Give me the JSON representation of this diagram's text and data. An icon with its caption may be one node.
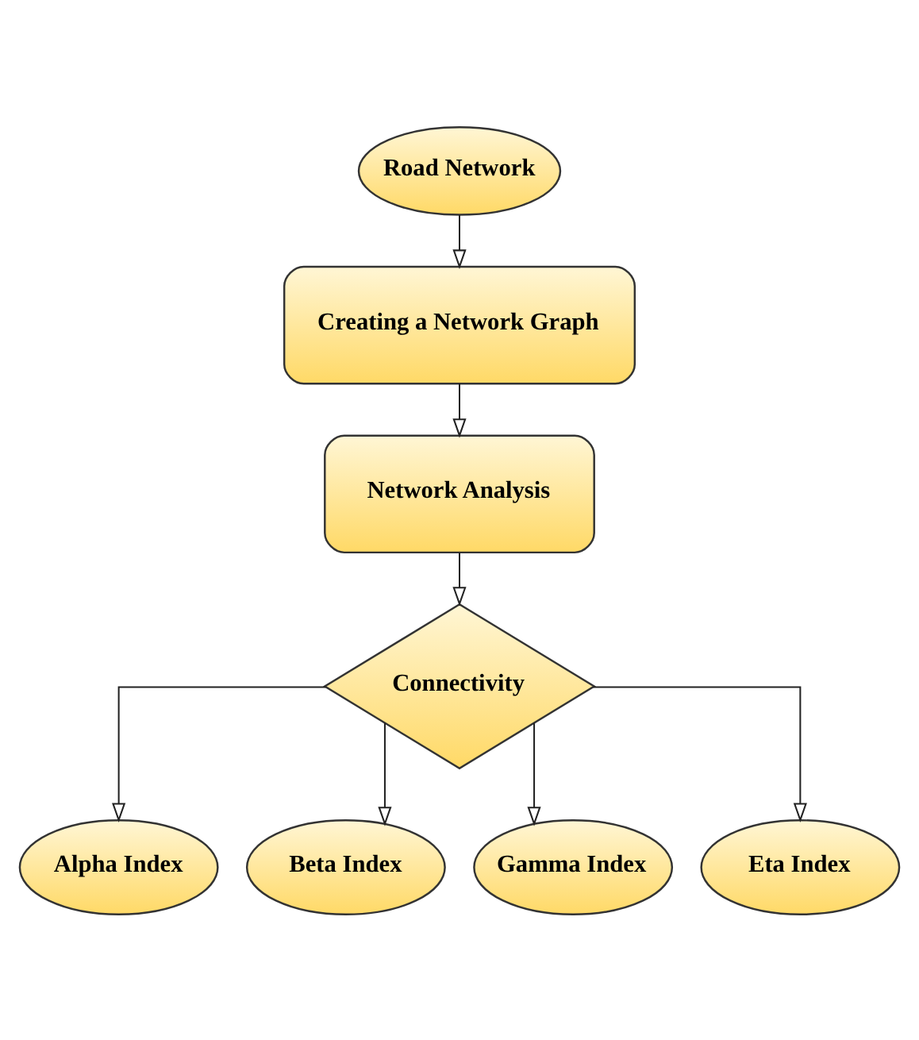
{
  "diagram": {
    "nodes": [
      {
        "text": [
          "Road Network"
        ]
      },
      {
        "text": [
          "Creating a Network Graph"
        ]
      },
      {
        "text": [
          "Network Analysis"
        ]
      },
      {
        "text": [
          "Connectivity"
        ]
      },
      {
        "text": [
          "Alpha Index"
        ]
      },
      {
        "text": [
          "Beta Index"
        ]
      },
      {
        "text": [
          "Gamma Index"
        ]
      },
      {
        "text": [
          "Eta Index"
        ]
      }
    ],
    "edges": [
      {
        "from": 0,
        "to": 1,
        "arrow": "to"
      },
      {
        "from": 1,
        "to": 2,
        "arrow": "to"
      },
      {
        "from": 2,
        "to": 3,
        "arrow": "to"
      },
      {
        "from": 3,
        "to": 4,
        "arrow": "to"
      },
      {
        "from": 3,
        "to": 5,
        "arrow": "to"
      },
      {
        "from": 3,
        "to": 6,
        "arrow": "to"
      },
      {
        "from": 3,
        "to": 7,
        "arrow": "to"
      }
    ]
  }
}
